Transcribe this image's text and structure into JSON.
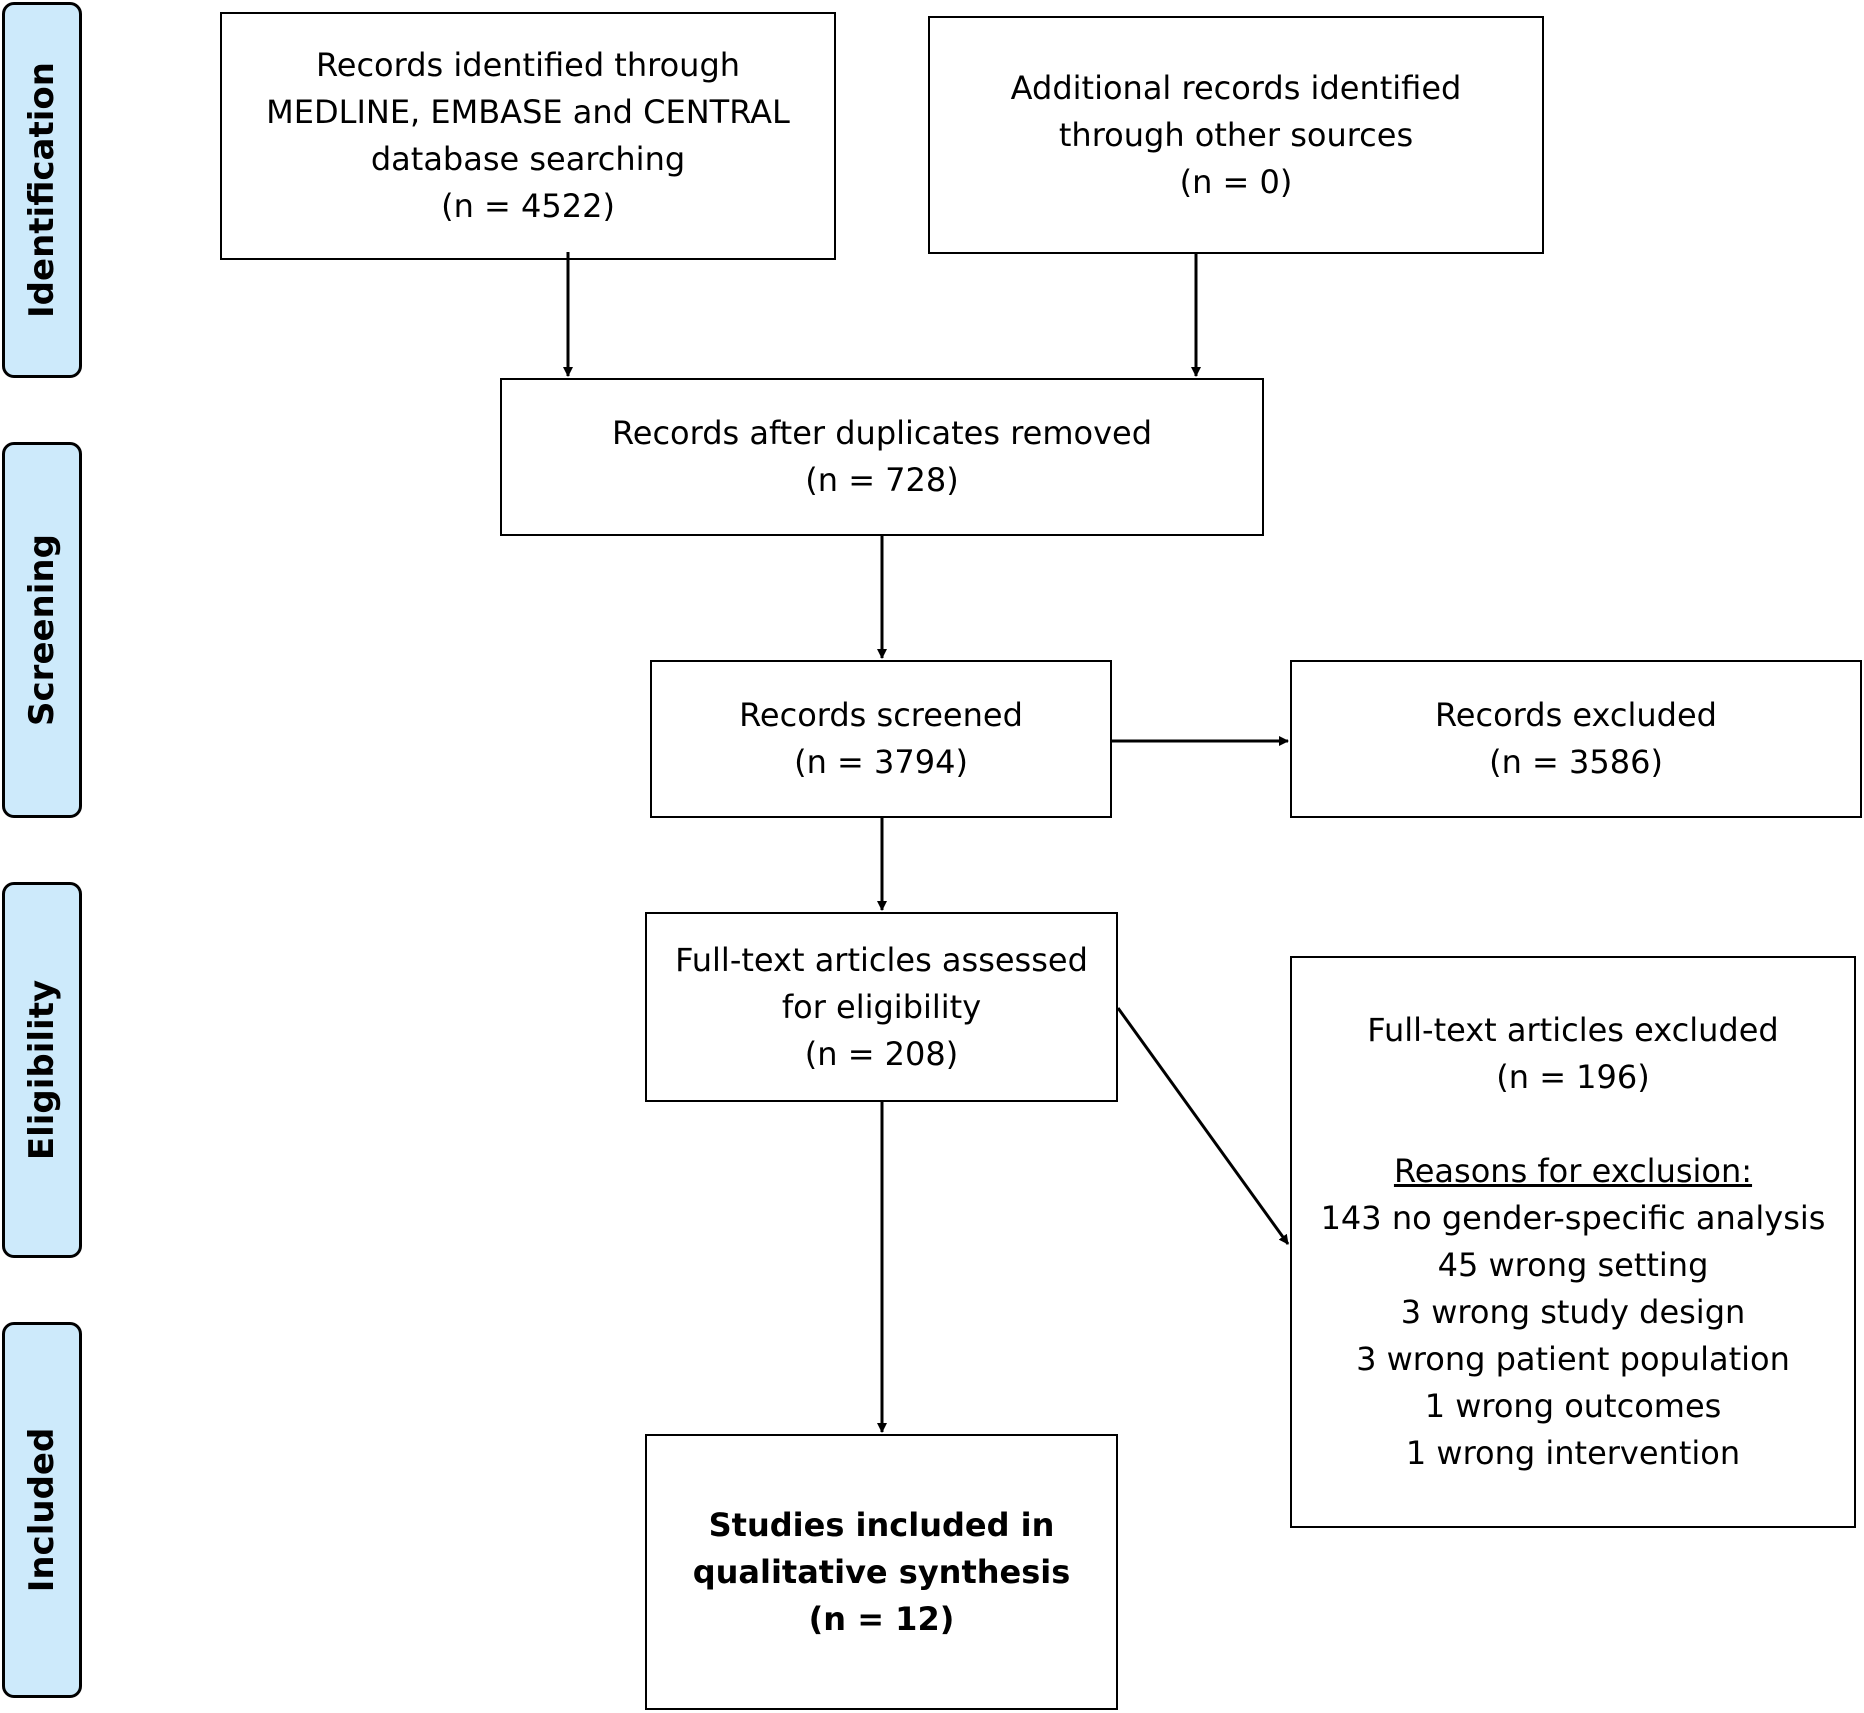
{
  "stages": {
    "identification": "Identification",
    "screening": "Screening",
    "eligibility": "Eligibility",
    "included": "Included"
  },
  "boxes": {
    "records_identified": {
      "lines": [
        "Records identified through",
        "MEDLINE, EMBASE and CENTRAL",
        "database searching",
        "(n = 4522)"
      ]
    },
    "additional_records": {
      "lines": [
        "Additional records identified",
        "through other sources",
        "(n = 0)"
      ]
    },
    "duplicates_removed": {
      "lines": [
        "Records after duplicates removed",
        "(n = 728)"
      ]
    },
    "records_screened": {
      "lines": [
        "Records screened",
        "(n = 3794)"
      ]
    },
    "records_excluded": {
      "lines": [
        "Records excluded",
        "(n = 3586)"
      ]
    },
    "fulltext_assessed": {
      "lines": [
        "Full-text articles assessed",
        "for eligibility",
        "(n = 208)"
      ]
    },
    "fulltext_excluded": {
      "title": "Full-text articles excluded",
      "count": "(n = 196)",
      "reasons_heading": "Reasons for exclusion:",
      "reasons": [
        "143 no gender-specific analysis",
        "45 wrong setting",
        "3 wrong study design",
        "3 wrong patient population",
        "1 wrong outcomes",
        "1 wrong intervention"
      ]
    },
    "studies_included": {
      "lines": [
        "Studies included in",
        "qualitative synthesis",
        "(n = 12)"
      ]
    }
  },
  "colors": {
    "stage_fill": "#cdeafb",
    "border": "#000000"
  }
}
